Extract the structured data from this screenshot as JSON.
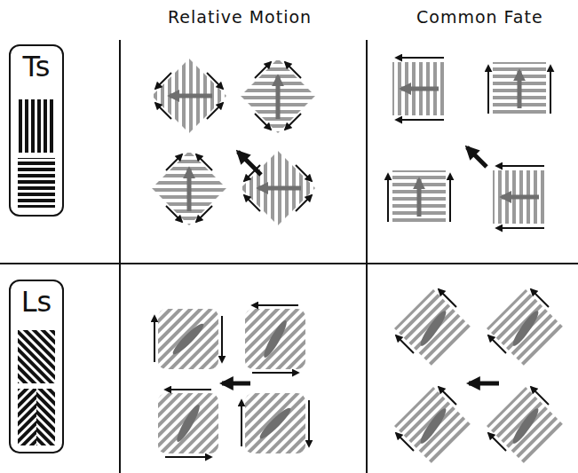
{
  "diagram": {
    "nodes": [
      {
        "text": [
          "Ts"
        ]
      },
      {
        "text": [
          "Ls"
        ]
      }
    ],
    "labels": [
      "Relative Motion",
      "Common Fate"
    ]
  }
}
